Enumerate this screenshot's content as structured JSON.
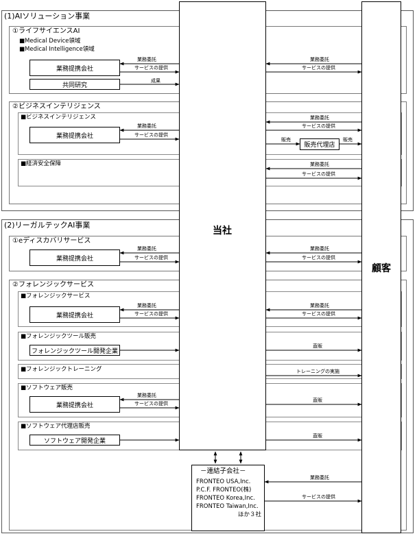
{
  "company": "当社",
  "customer": "顧客",
  "section1": {
    "title": "(1)AIソリューション事業",
    "life_science": {
      "title": "①ライフサイエンスAI",
      "bullets": [
        "■Medical Device領域",
        "■Medical Intelligence領域"
      ],
      "partner": "業務提携会社",
      "joint": "共同研究"
    },
    "business_intel": {
      "title": "②ビジネスインテリジェンス",
      "bi_panel": "■ビジネスインテリジェンス",
      "partner": "業務提携会社",
      "agency": "販売代理店",
      "econ_panel": "■経済安全保障"
    }
  },
  "section2": {
    "title": "(2)リーガルテックAI事業",
    "ediscovery": {
      "title": "①eディスカバリサービス",
      "partner": "業務提携会社"
    },
    "forensic": {
      "title": "②フォレンジックサービス",
      "fs_panel": "■フォレンジックサービス",
      "fs_partner": "業務提携会社",
      "tool_panel": "■フォレンジックツール販売",
      "tool_dev": "フォレンジックツール開発企業",
      "training_panel": "■フォレンジックトレーニング",
      "sw_panel": "■ソフトウェア販売",
      "sw_partner": "業務提携会社",
      "swagency_panel": "■ソフトウェア代理店販売",
      "sw_dev": "ソフトウェア開発企業"
    }
  },
  "consolidated": {
    "title": "－連結子会社－",
    "lines": [
      "FRONTEO USA,Inc.",
      "P.C.F. FRONTEO(株)",
      "FRONTEO Korea,Inc.",
      "FRONTEO Taiwan,Inc.",
      "ほか３社"
    ]
  },
  "labels": {
    "outsourcing": "業務委託",
    "service": "サービスの提供",
    "result": "成果",
    "sales": "販売",
    "direct": "直販",
    "training": "トレーニングの実施"
  }
}
